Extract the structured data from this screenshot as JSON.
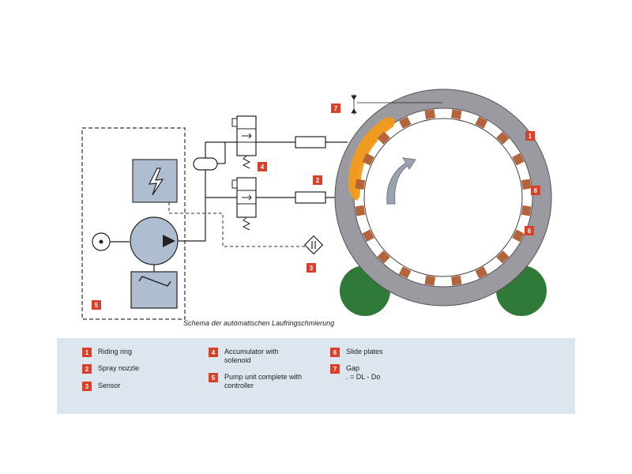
{
  "caption": "Schema der automatischen Laufringschmierung",
  "colors": {
    "ring": "#9a9aa0",
    "badge": "#d8402a",
    "grease": "#f39a1a",
    "slide_plate": "#b4643a",
    "roller": "#2f7a38",
    "pump": "#aebdd0",
    "legend_bg": "#dde5ee"
  },
  "icons": {
    "power": "lightning-bolt-icon",
    "motor": "motor-symbol-icon",
    "sensor": "sensor-diamond-icon",
    "rotation": "rotation-arrow-icon"
  },
  "callouts": {
    "c1": "1",
    "c2": "2",
    "c3": "3",
    "c4": "4",
    "c5": "5",
    "c6a": "6",
    "c6b": "6",
    "c7": "7"
  },
  "legend": [
    {
      "num": "1",
      "text": "Riding ring"
    },
    {
      "num": "2",
      "text": "Spray nozzle"
    },
    {
      "num": "3",
      "text": "Sensor"
    },
    {
      "num": "4",
      "text": "Accumulator with\nsolenoid"
    },
    {
      "num": "5",
      "text": "Pump unit complete with\ncontroller"
    },
    {
      "num": "6",
      "text": "Slide plates"
    },
    {
      "num": "7",
      "text": "Gap\n. = DL - Do"
    }
  ]
}
